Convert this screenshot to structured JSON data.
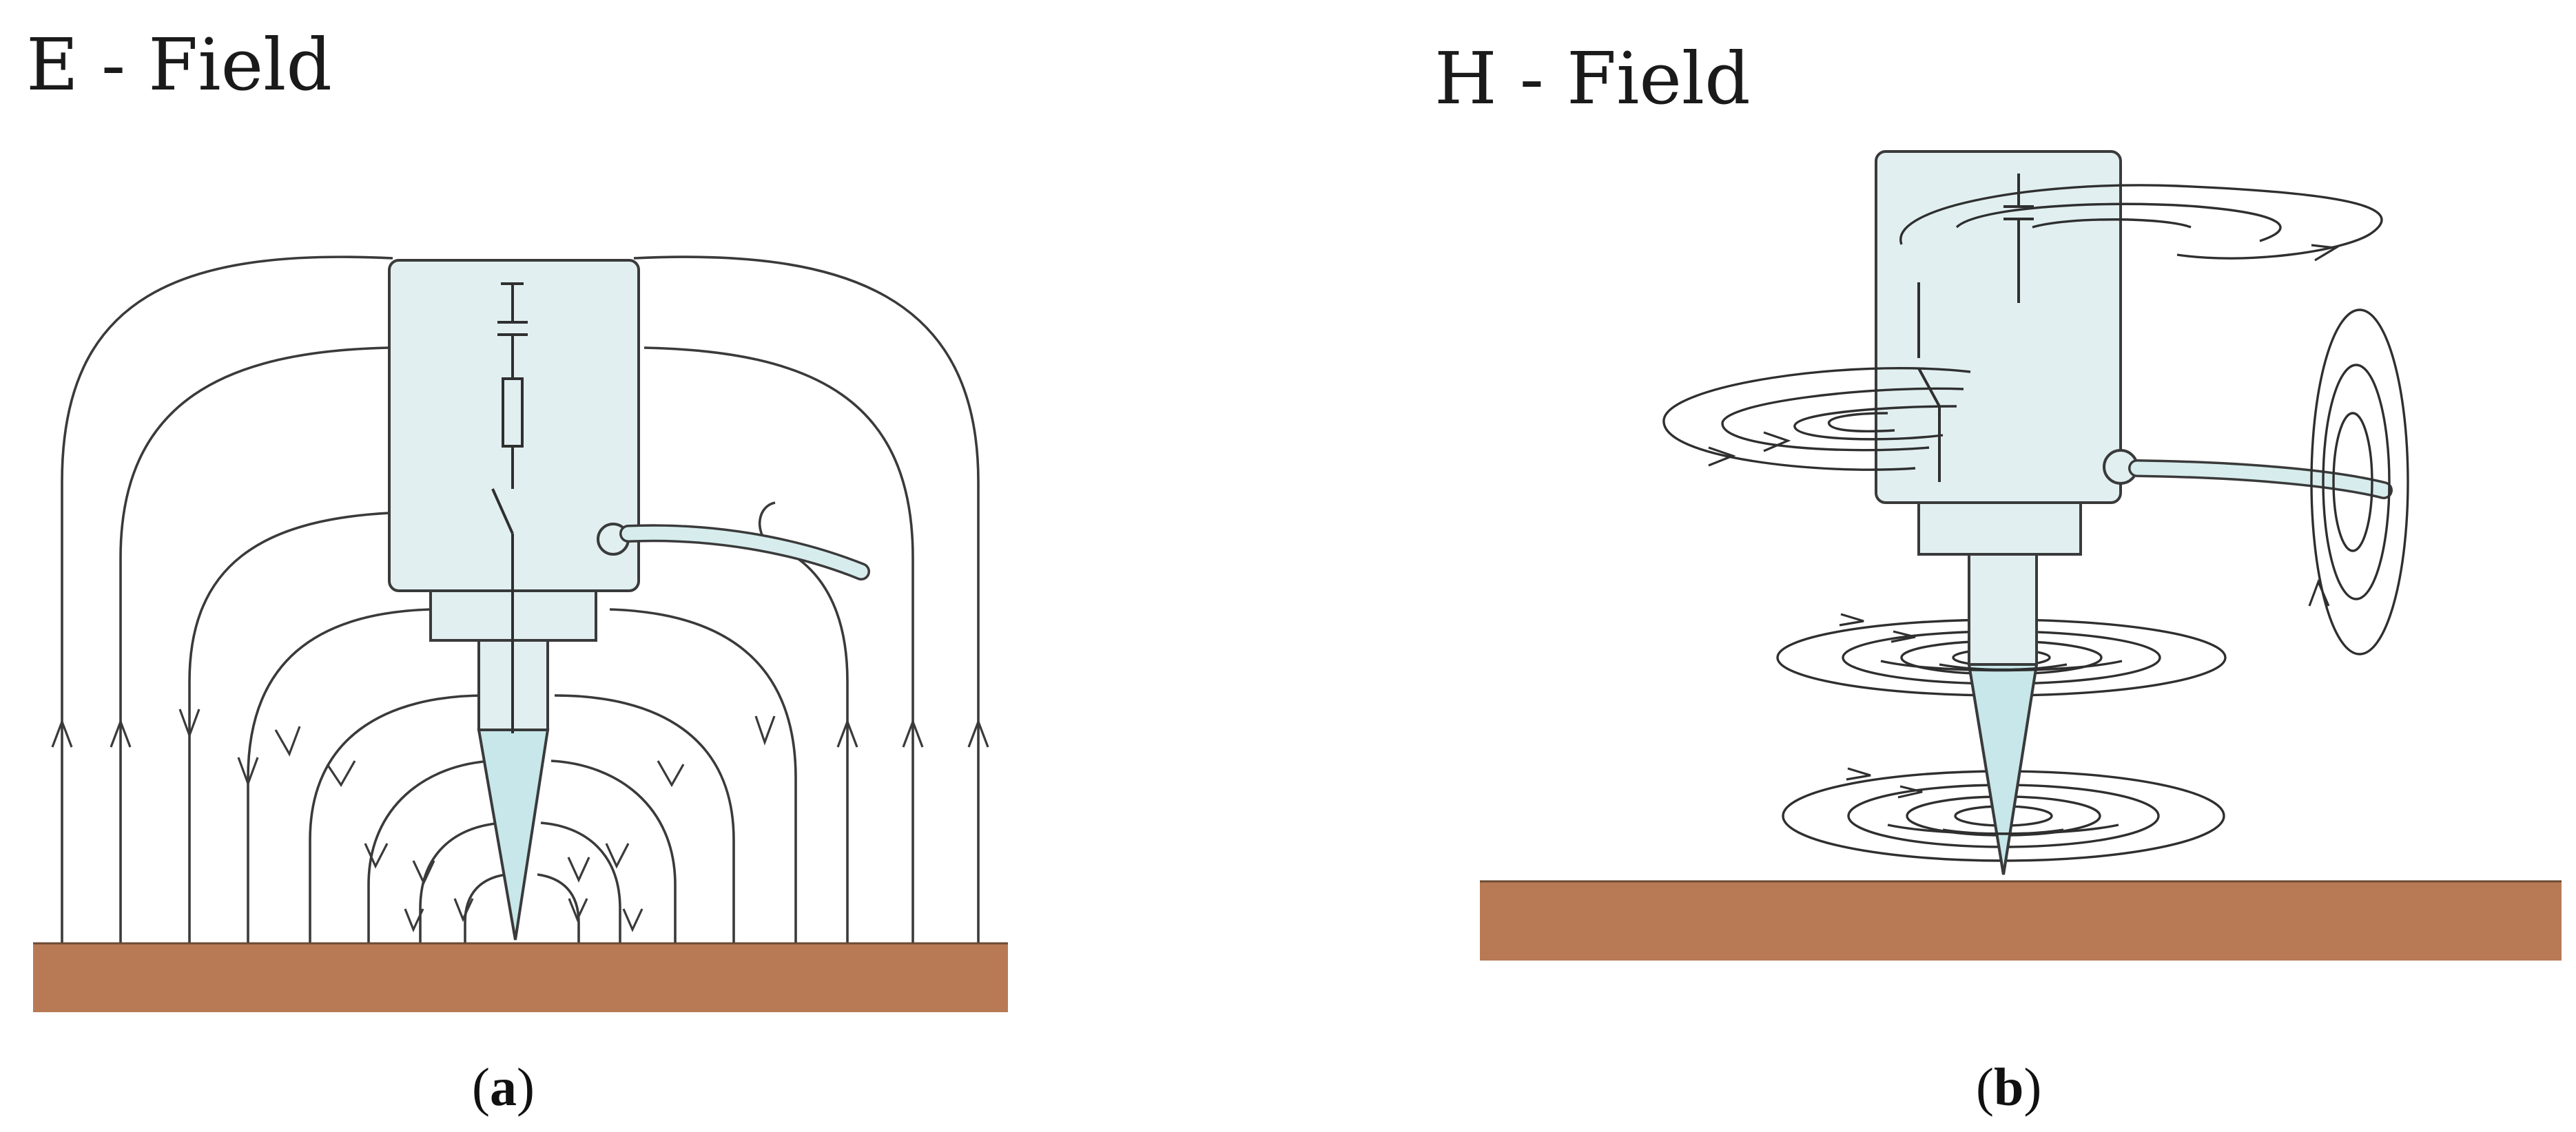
{
  "panels": [
    {
      "id": "a",
      "title": "E - Field",
      "caption_letter": "a"
    },
    {
      "id": "b",
      "title": "H - Field",
      "caption_letter": "b"
    }
  ],
  "colors": {
    "probe_fill": "#e1eff0",
    "tip_fill": "#c7e7ea",
    "ground_fill": "#b87a55",
    "field_line": "#3a3a3a",
    "cable_fill": "#d7eced"
  }
}
